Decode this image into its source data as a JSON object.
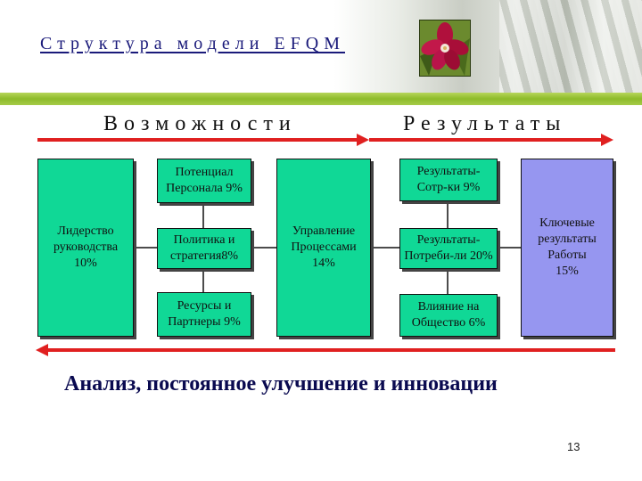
{
  "slide": {
    "title": "Структура модели EFQM",
    "section_left": "Возможности",
    "section_right": "Результаты",
    "bottom_text": "Анализ, постоянное улучшение и инновации",
    "page_number": "13"
  },
  "boxes": {
    "leadership": "Лидерство\nруководства\n10%",
    "people": "Потенциал\nПерсонала 9%",
    "policy": "Политика и\nстратегия8%",
    "resources": "Ресурсы и\nПартнеры 9%",
    "processes": "Управление\nПроцессами\n14%",
    "people_results": "Результаты-\nСотр-ки 9%",
    "customer_results": "Результаты-\nПотреби-ли 20%",
    "society_results": "Влияние на\nОбщество 6%",
    "key_results": "Ключевые\nрезультаты\nРаботы\n15%"
  },
  "colors": {
    "enabler_box": "#10d896",
    "key_results_box": "#9696f0",
    "arrow": "#e02020",
    "header_bar": "#8dbb2a"
  }
}
